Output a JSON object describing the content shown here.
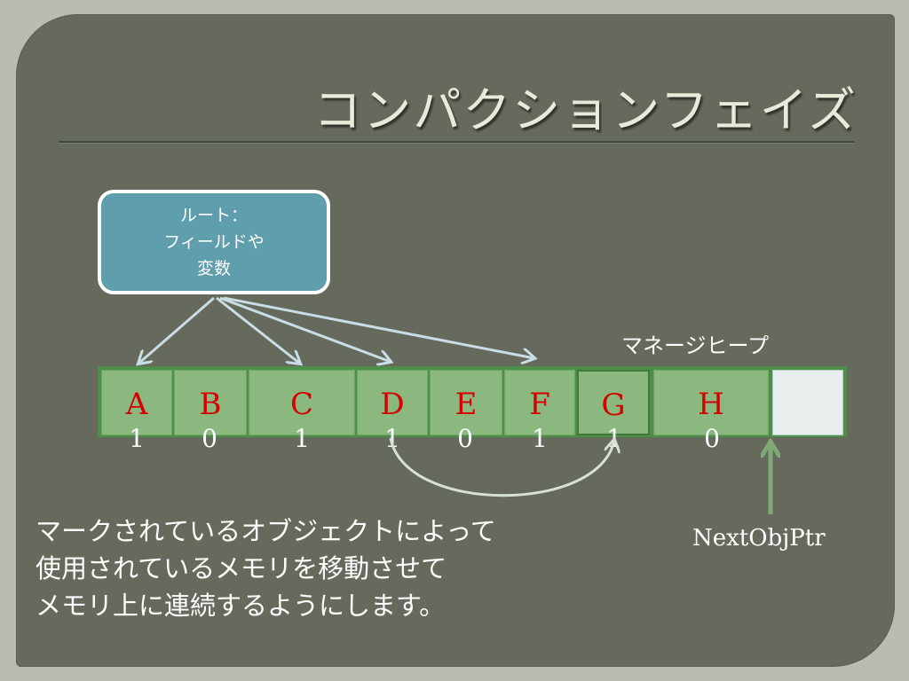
{
  "title": "コンパクションフェイズ",
  "root_box": {
    "lines": [
      "ルート：",
      "フィールドや",
      "変数"
    ]
  },
  "heap_label": "マネージヒープ",
  "cells": [
    {
      "letter": "A",
      "mark": "1"
    },
    {
      "letter": "B",
      "mark": "0"
    },
    {
      "letter": "C",
      "mark": "1"
    },
    {
      "letter": "D",
      "mark": "1"
    },
    {
      "letter": "E",
      "mark": "0"
    },
    {
      "letter": "F",
      "mark": "1"
    },
    {
      "letter": "G",
      "mark": "1"
    },
    {
      "letter": "H",
      "mark": "0"
    }
  ],
  "description": [
    "マークされているオブジェクトによって",
    "使用されているメモリを移動させて",
    "メモリ上に連続するようにします。"
  ],
  "next_obj_ptr": "NextObjPtr",
  "colors": {
    "background": "#666a5c",
    "root_box": "#5f9eac",
    "heap_cell": "#8ab87f",
    "letter": "#d40000",
    "free_space": "#e8eeee",
    "arrow_light": "#c9dde6",
    "arrow_green": "#7fa977"
  }
}
